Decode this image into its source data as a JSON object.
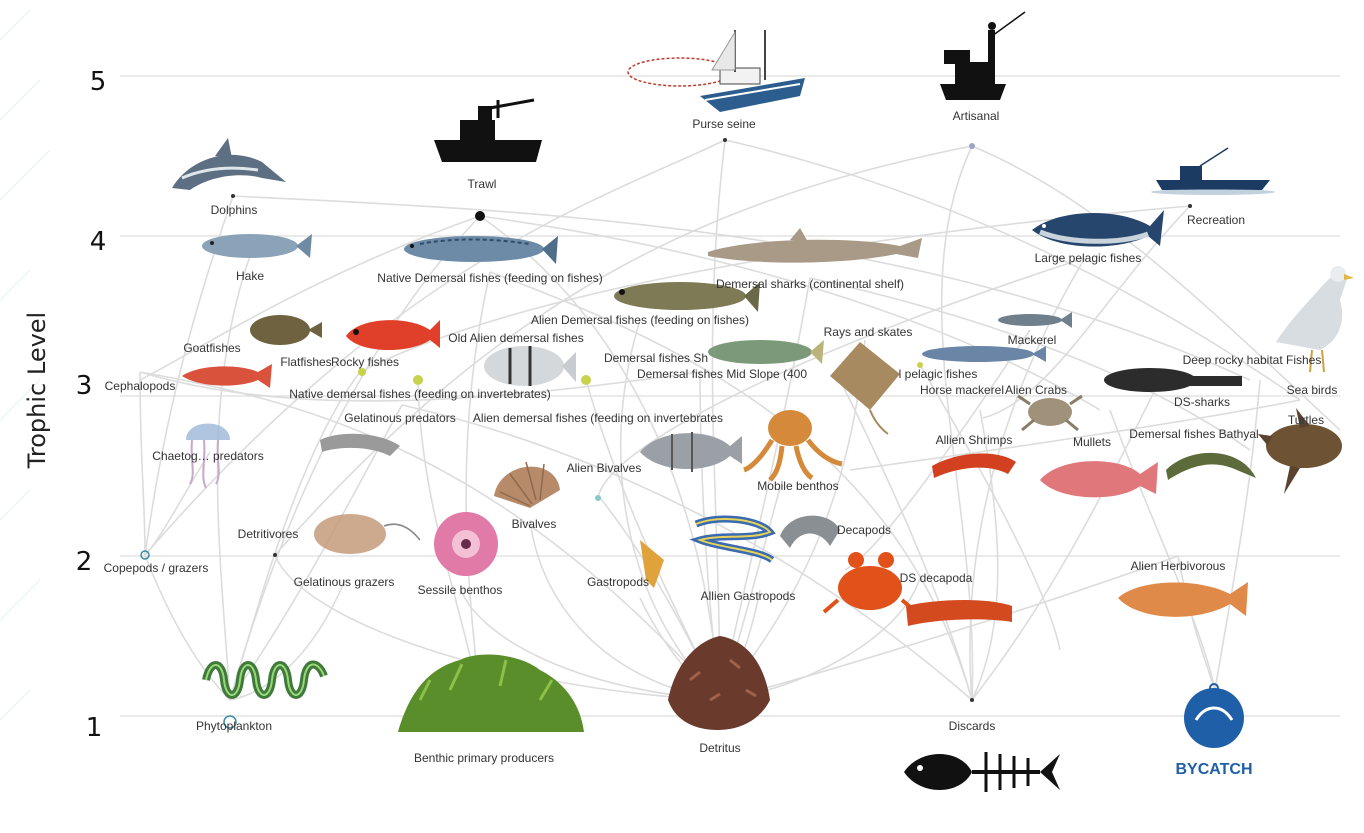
{
  "axis": {
    "title": "Trophic Level",
    "ticks": [
      "5",
      "4",
      "3",
      "2",
      "1"
    ]
  },
  "nodes": {
    "purse_seine": "Purse seine",
    "artisanal": "Artisanal",
    "trawl": "Trawl",
    "dolphins": "Dolphins",
    "recreation": "Recreation",
    "hake": "Hake",
    "native_demersal_fishes_feeding_on_fishes": "Native Demersal fishes (feeding on fishes)",
    "demersal_sharks_continental_shelf": "Demersal sharks (continental shelf)",
    "large_pelagic_fishes": "Large pelagic fishes",
    "alien_demersal_fishes_feeding_on_fishes": "Alien Demersal fishes (feeding on fishes)",
    "rays_and_skates": "Rays and skates",
    "mackerel": "Mackerel",
    "goatfishes": "Goatfishes",
    "flatfishes": "Flatfishes",
    "rocky_fishes": "Rocky fishes",
    "old_alien_demersal_fishes": "Old Alien demersal fishes",
    "demersal_fishes_shelf": "Demersal fishes Sh",
    "demersal_fishes_mid_slope": "Demersal fishes Mid Slope (400",
    "small_pelagic_fishes": "l pelagic fishes",
    "deep_rocky_habitat_fishes": "Deep rocky habitat Fishes",
    "cephalopods": "Cephalopods",
    "native_demersal_fishes_feeding_on_invertebrates": "Native demersal fishes (feeding on invertebrates)",
    "horse_mackerel": "Horse mackerel",
    "alien_crabs": "Alien Crabs",
    "sea_birds": "Sea birds",
    "ds_sharks": "DS-sharks",
    "gelatinous_predators": "Gelatinous predators",
    "alien_demersal_fishes_feeding_on_invertebrates": "Alien demersal fishes (feeding on invertebrates",
    "turtles": "Turtles",
    "demersal_fishes_bathyal": "Demersal fishes Bathyal",
    "chaetognaths_predators": "Chaetog… predators",
    "allien_shrimps": "Allien Shrimps",
    "mullets": "Mullets",
    "alien_bivalves": "Alien Bivalves",
    "mobile_benthos": "Mobile benthos",
    "bivalves": "Bivalves",
    "detritivores": "Detritivores",
    "decapods": "Decapods",
    "copepods_grazers": "Copepods / grazers",
    "gelatinous_grazers": "Gelatinous grazers",
    "ds_decapoda": "DS decapoda",
    "alien_herbivorous": "Alien Herbivorous",
    "gastropods": "Gastropods",
    "sessile_benthos": "Sessile benthos",
    "alien_gastropods": "Allien Gastropods",
    "phytoplankton": "Phytoplankton",
    "discards": "Discards",
    "benthic_primary_producers": "Benthic primary producers",
    "detritus": "Detritus",
    "bycatch": "BYCATCH"
  },
  "colors": {
    "link": "#d9d9d9",
    "gridline": "#dddddd",
    "boat_hull": "#2c5d8e",
    "bycatch": "#1f5fa8",
    "detritus": "#6a3a2c",
    "plant": "#5a8e2a"
  }
}
